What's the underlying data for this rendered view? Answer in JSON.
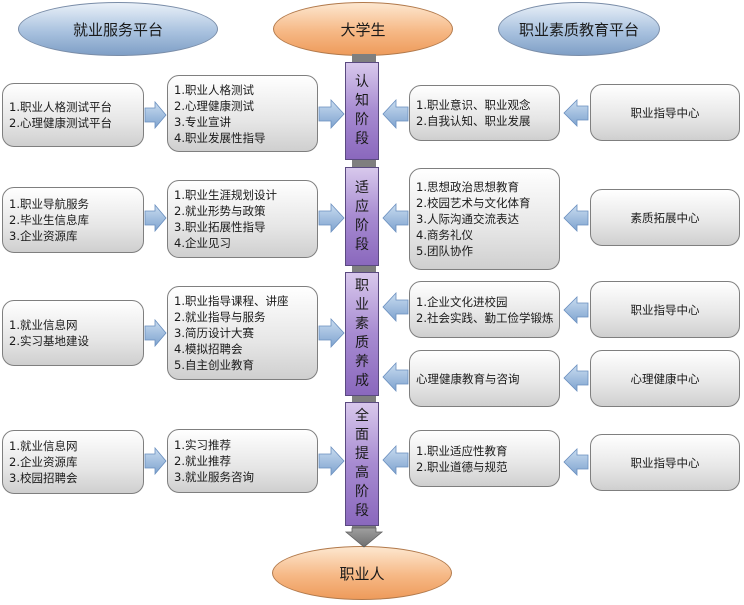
{
  "headers": {
    "left": "就业服务平台",
    "center": "大学生",
    "right": "职业素质教育平台",
    "bottom": "职业人"
  },
  "stages": [
    {
      "chars": [
        "认",
        "知",
        "阶",
        "段"
      ]
    },
    {
      "chars": [
        "适",
        "应",
        "阶",
        "段"
      ]
    },
    {
      "chars": [
        "职",
        "业",
        "素",
        "质",
        "养",
        "成"
      ]
    },
    {
      "chars": [
        "全",
        "面",
        "提",
        "高",
        "阶",
        "段"
      ]
    }
  ],
  "left_outer": [
    [
      "1.职业人格测试平台",
      "2.心理健康测试平台"
    ],
    [
      "1.职业导航服务",
      "2.毕业生信息库",
      "3.企业资源库"
    ],
    [
      "1.就业信息网",
      "2.实习基地建设"
    ],
    [
      "1.就业信息网",
      "2.企业资源库",
      "3.校园招聘会"
    ]
  ],
  "left_inner": [
    [
      "1.职业人格测试",
      "2.心理健康测试",
      "3.专业宣讲",
      "4.职业发展性指导"
    ],
    [
      "1.职业生涯规划设计",
      "2.就业形势与政策",
      "3.职业拓展性指导",
      "4.企业见习"
    ],
    [
      "1.职业指导课程、讲座",
      "2.就业指导与服务",
      "3.简历设计大赛",
      "4.模拟招聘会",
      "5.自主创业教育"
    ],
    [
      "1.实习推荐",
      "2.就业推荐",
      "3.就业服务咨询"
    ]
  ],
  "right_inner": [
    [
      "1.职业意识、职业观念",
      "2.自我认知、职业发展"
    ],
    [
      "1.思想政治思想教育",
      "2.校园艺术与文化体育",
      "3.人际沟通交流表达",
      "4.商务礼仪",
      "5.团队协作"
    ],
    [
      "1.企业文化进校园",
      "2.社会实践、勤工俭学锻炼"
    ],
    [
      "心理健康教育与咨询"
    ],
    [
      "1.职业适应性教育",
      "2.职业道德与规范"
    ]
  ],
  "right_outer": [
    "职业指导中心",
    "素质拓展中心",
    "职业指导中心",
    "心理健康中心",
    "职业指导中心"
  ]
}
